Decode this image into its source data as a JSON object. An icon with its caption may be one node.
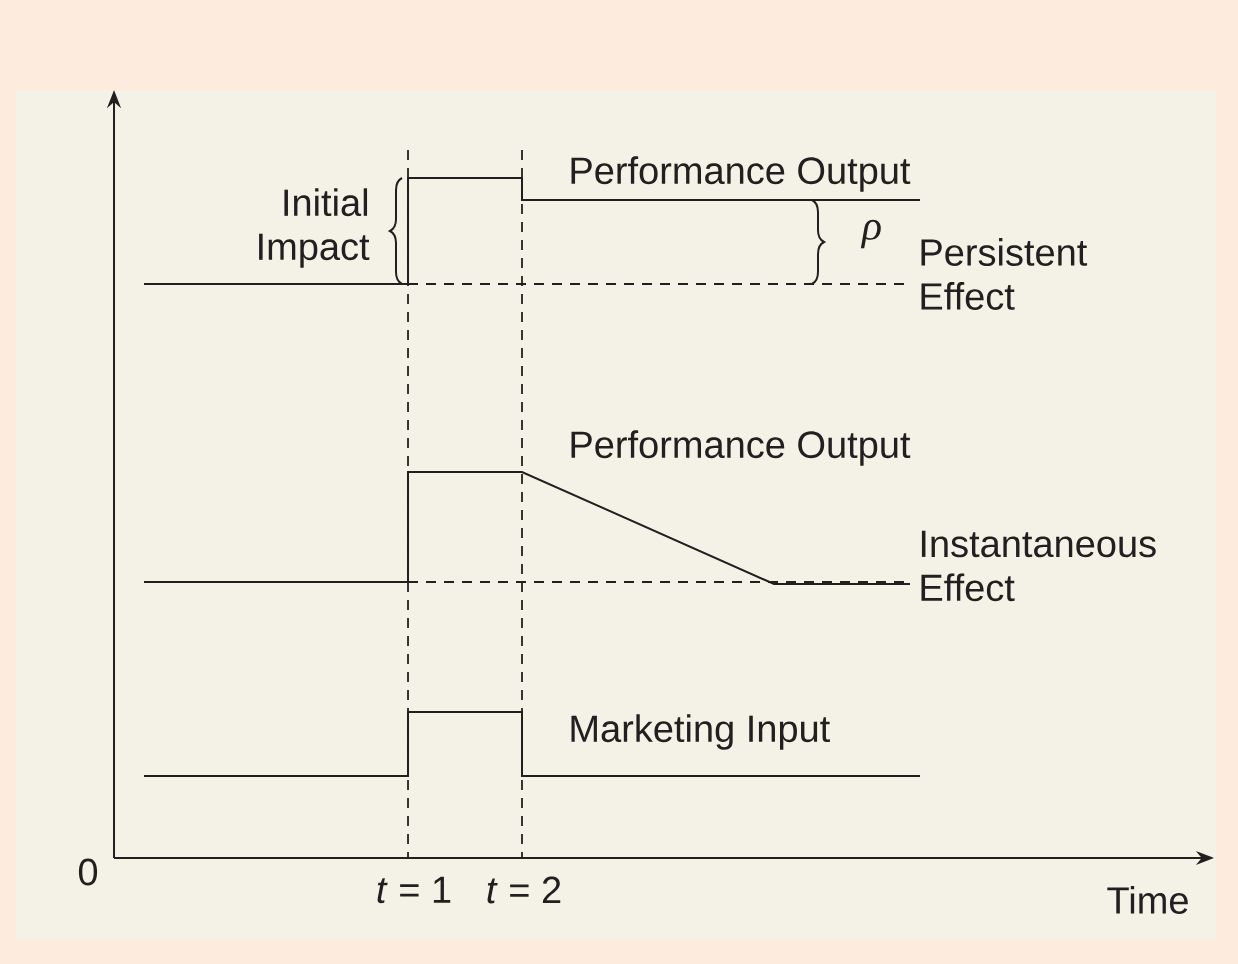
{
  "diagram": {
    "labels": [
      "Initial Impact",
      "Performance Output",
      "ρ",
      "Persistent Effect",
      "Performance Output",
      "Instantaneous Effect",
      "Marketing Input",
      "0",
      "*t* = 1",
      "*t* = 2",
      "Time"
    ]
  }
}
